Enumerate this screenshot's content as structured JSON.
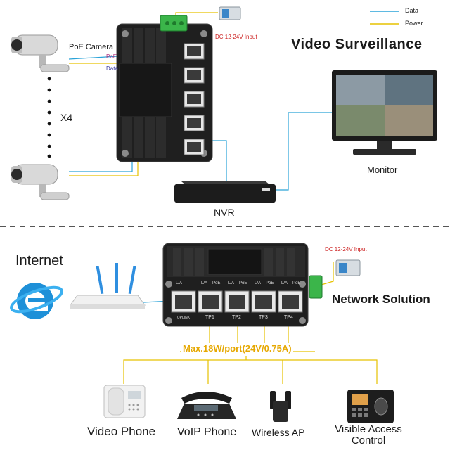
{
  "legend": {
    "data_label": "Data",
    "power_label": "Power",
    "data_color": "#2aa3d8",
    "power_color": "#e6c200"
  },
  "top": {
    "title": "Video Surveillance",
    "camera_label": "PoE Camera",
    "poe_label": "PoE",
    "data_label": "Data",
    "multiplier": "X4",
    "dc_input": "DC 12-24V Input",
    "monitor_label": "Monitor",
    "nvr_label": "NVR"
  },
  "bottom": {
    "title": "Network Solution",
    "internet_label": "Internet",
    "dc_input": "DC 12-24V Input",
    "power_spec": "Max.18W/port(24V/0.75A)",
    "port_labels": [
      "UPLINK",
      "TP1",
      "TP2",
      "TP3",
      "TP4"
    ],
    "led_labels": [
      "L/A",
      "L/A",
      "PoE",
      "L/A",
      "PoE",
      "L/A",
      "PoE",
      "L/A",
      "PoE"
    ],
    "devices": [
      "Video Phone",
      "VoIP Phone",
      "Wireless AP",
      "Visible Access Control"
    ]
  },
  "colors": {
    "power_spec": "#e6a800",
    "dc_input": "#cc1f1f",
    "switch_body": "#222222",
    "divider": "#555555"
  }
}
